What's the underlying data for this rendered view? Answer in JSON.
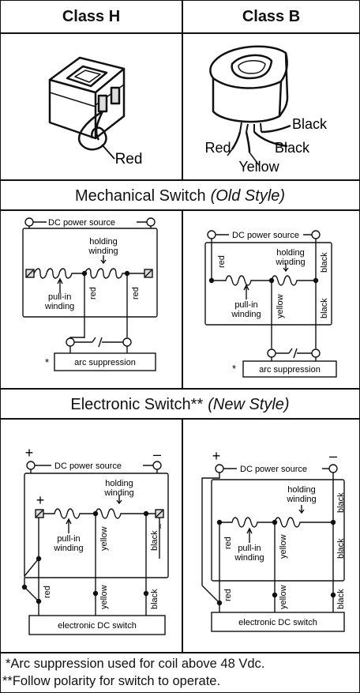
{
  "header": {
    "left": "Class H",
    "right": "Class B"
  },
  "coil_h": {
    "lead_label": "Red"
  },
  "coil_b": {
    "lead_black_1": "Black",
    "lead_red": "Red",
    "lead_black_2": "Black",
    "lead_yellow": "Yellow"
  },
  "mechanical": {
    "band_main": "Mechanical Switch",
    "band_italic": "(Old Style)",
    "h": {
      "source": "DC power source",
      "holding": "holding",
      "winding": "winding",
      "pull": "pull-in",
      "pullw": "winding",
      "red1": "red",
      "red2": "red",
      "star": "*",
      "arc": "arc suppression"
    },
    "b": {
      "source": "DC power source",
      "red": "red",
      "holding": "holding",
      "winding": "winding",
      "black1": "black",
      "pull": "pull-in",
      "pullw": "winding",
      "yellow": "yellow",
      "black2": "black",
      "star": "*",
      "arc": "arc suppression"
    }
  },
  "electronic": {
    "band_main": "Electronic Switch**",
    "band_italic": "(New Style)",
    "h": {
      "plus1": "+",
      "minus": "–",
      "source": "DC power source",
      "holding": "holding",
      "winding": "winding",
      "plus2": "+",
      "minus2": "–",
      "pull": "pull-in",
      "pullw": "winding",
      "yellow1": "yellow",
      "black1": "black",
      "red": "red",
      "yellow2": "yellow",
      "black2": "black",
      "switch": "electronic DC switch"
    },
    "b": {
      "plus": "+",
      "minus": "–",
      "source": "DC power source",
      "holding": "holding",
      "winding": "winding",
      "black1": "black",
      "red1": "red",
      "pull": "pull-in",
      "pullw": "winding",
      "yellow1": "yellow",
      "black2": "black",
      "red2": "red",
      "yellow2": "yellow",
      "black3": "black",
      "switch": "electronic DC switch"
    }
  },
  "footnotes": {
    "line1": "*Arc suppression used for coil above 48 Vdc.",
    "line2": "**Follow polarity for switch to operate."
  }
}
